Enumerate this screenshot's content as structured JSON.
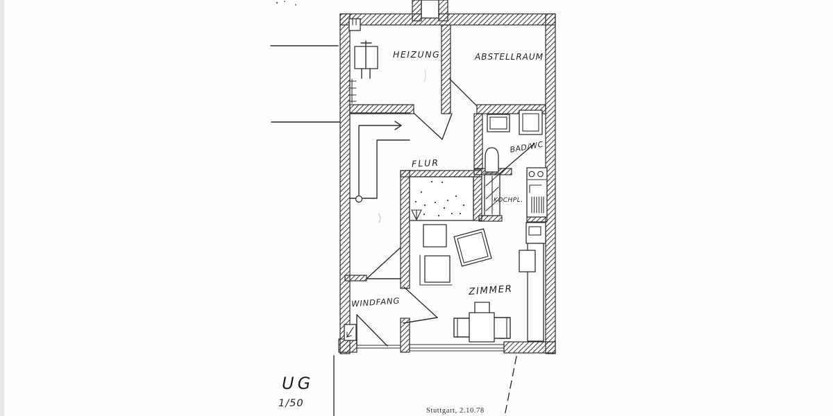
{
  "document": {
    "type": "architectural-floor-plan-scan",
    "floor_label": "UG",
    "scale": "1/50",
    "place_date": "Stuttgart, 2.10.78"
  },
  "rooms": {
    "heizung": "HEIZUNG",
    "abstellraum": "ABSTELLRAUM",
    "flur": "FLUR",
    "bad_wc": "BAD/WC",
    "kochpl": "KOCHPL.",
    "windfang": "WINDFANG",
    "zimmer": "ZIMMER"
  },
  "symbols": [
    "chimney",
    "boiler",
    "radiator",
    "staircase-arrow",
    "toilet",
    "washbasin",
    "shower",
    "kitchen-unit",
    "stove-burners",
    "sink-drainer",
    "shelf",
    "fridge",
    "wardrobe-counter",
    "armchair-squares",
    "table-with-chairs",
    "door-swings",
    "window",
    "entrance-arrow"
  ],
  "colors": {
    "ink": "#2d2d2d",
    "paper": "#ffffff"
  }
}
